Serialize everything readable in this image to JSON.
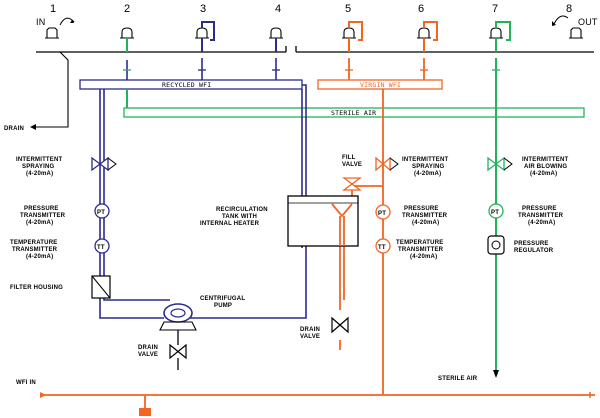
{
  "stations": {
    "s1": "1",
    "s2": "2",
    "s3": "3",
    "s4": "4",
    "s5": "5",
    "s6": "6",
    "s7": "7",
    "s8": "8",
    "in": "IN",
    "out": "OUT"
  },
  "headers": {
    "recycled": "RECYCLED WFI",
    "virgin": "VIRGIN WFI",
    "sterile": "STERILE AIR"
  },
  "labels": {
    "drain": "DRAIN",
    "wfi_in": "WFI IN",
    "sterile_air": "STERILE AIR",
    "intermittent_spraying_1": [
      "INTERMITTENT",
      "SPRAYING",
      "(4-20mA)"
    ],
    "pressure_transmitter_1": [
      "PRESSURE",
      "TRANSMITTER",
      "(4-20mA)"
    ],
    "temperature_transmitter_1": [
      "TEMPERATURE",
      "TRANSMITTER",
      "(4-20mA)"
    ],
    "filter_housing": "FILTER HOUSING",
    "centrifugal_pump": [
      "CENTRIFUGAL",
      "PUMP"
    ],
    "drain_valve_1": [
      "DRAIN",
      "VALVE"
    ],
    "recirculation_tank": [
      "RECIRCULATION",
      "TANK WITH",
      "INTERNAL HEATER"
    ],
    "fill_valve": [
      "FILL",
      "VALVE"
    ],
    "intermittent_spraying_2": [
      "INTERMITTENT",
      "SPRAYING",
      "(4-20mA)"
    ],
    "pressure_transmitter_2": [
      "PRESSURE",
      "TRANSMITTER",
      "(4-20mA)"
    ],
    "temperature_transmitter_2": [
      "TEMPERATURE",
      "TRANSMITTER",
      "(4-20mA)"
    ],
    "drain_valve_2": [
      "DRAIN",
      "VALVE"
    ],
    "intermittent_air": [
      "INTERMITTENT",
      "AIR BLOWING",
      "(4-20mA)"
    ],
    "pressure_transmitter_3": [
      "PRESSURE",
      "TRANSMITTER",
      "(4-20mA)"
    ],
    "pressure_regulator": [
      "PRESSURE",
      "REGULATOR"
    ]
  },
  "instruments": {
    "pt1": "PT",
    "tt1": "TT",
    "pt2": "PT",
    "tt2": "TT",
    "pt3": "PT"
  },
  "colors": {
    "recycled": "#2b2b8c",
    "virgin": "#f26522",
    "sterile": "#22b35a",
    "black": "#000000"
  }
}
